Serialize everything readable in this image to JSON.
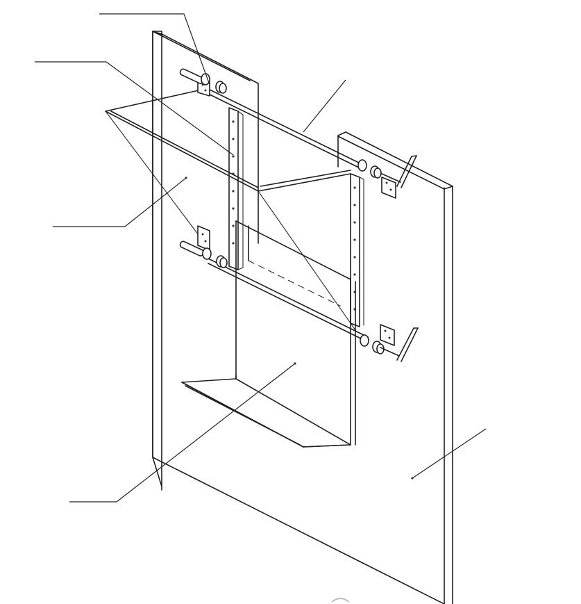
{
  "figure": {
    "callouts": [
      {
        "id": "callout-1",
        "text": ""
      },
      {
        "id": "callout-2",
        "text": ""
      },
      {
        "id": "callout-3",
        "text": ""
      },
      {
        "id": "callout-4",
        "text": ""
      },
      {
        "id": "callout-5",
        "text": ""
      },
      {
        "id": "callout-6",
        "text": ""
      }
    ],
    "colors": {
      "line": "#1f1f1f",
      "background": "#ffffff"
    }
  }
}
